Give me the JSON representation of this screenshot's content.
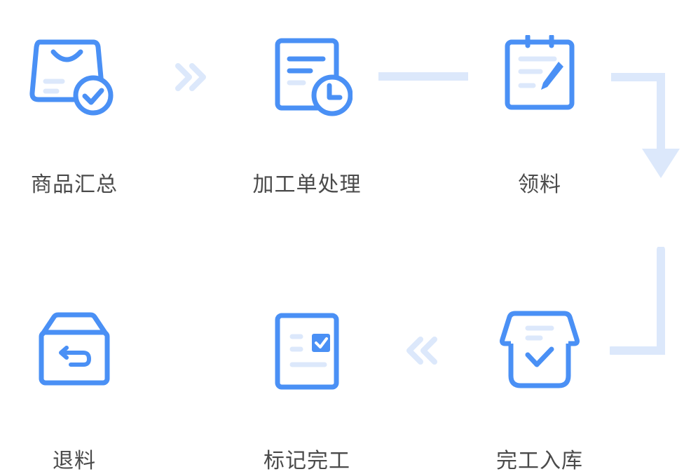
{
  "colors": {
    "icon_primary": "#4A90F5",
    "icon_light": "#DCE8FB",
    "connector": "#DCE8FB",
    "label_text": "#4A4A4A"
  },
  "steps": [
    {
      "label": "商品汇总",
      "icon": "shopping-bag-check-icon"
    },
    {
      "label": "加工单处理",
      "icon": "document-clock-icon"
    },
    {
      "label": "领料",
      "icon": "notepad-pen-icon"
    },
    {
      "label": "完工入库",
      "icon": "inbox-check-icon"
    },
    {
      "label": "标记完工",
      "icon": "document-checkbox-icon"
    },
    {
      "label": "退料",
      "icon": "box-return-icon"
    }
  ],
  "connectors": [
    {
      "from": "商品汇总",
      "to": "加工单处理",
      "style": "double-chevron-right"
    },
    {
      "from": "加工单处理",
      "to": "领料",
      "style": "line"
    },
    {
      "from": "领料",
      "to": "完工入库",
      "style": "elbow-down-arrow"
    },
    {
      "from": "完工入库",
      "to": "标记完工",
      "style": "double-chevron-left"
    }
  ]
}
